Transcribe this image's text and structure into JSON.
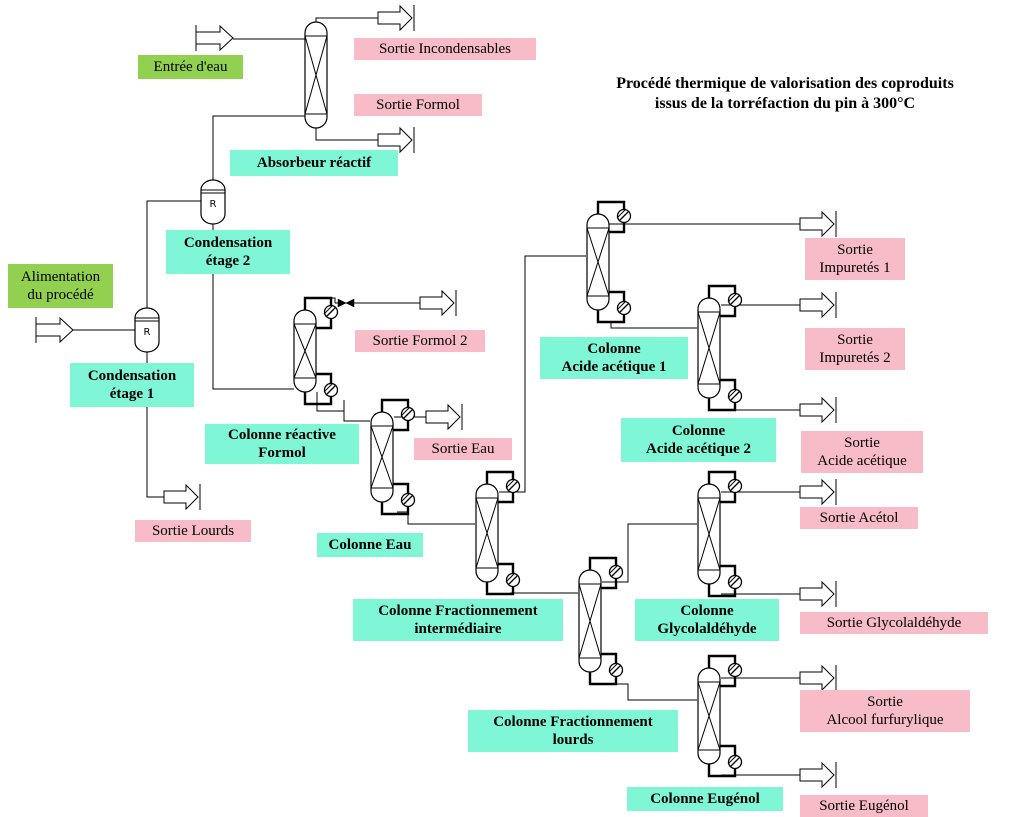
{
  "title": {
    "line1": "Procédé thermique de valorisation des coproduits",
    "line2": "issus de la torréfaction du pin à 300°C"
  },
  "reactor_letter": "R",
  "inputs": {
    "water": "Entrée d'eau",
    "feed_line1": "Alimentation",
    "feed_line2": "du procédé"
  },
  "units": {
    "absorber": "Absorbeur réactif",
    "cond1_line1": "Condensation",
    "cond1_line2": "étage 1",
    "cond2_line1": "Condensation",
    "cond2_line2": "étage 2",
    "formol_col_line1": "Colonne réactive",
    "formol_col_line2": "Formol",
    "eau_col": "Colonne Eau",
    "frac_int_line1": "Colonne Fractionnement",
    "frac_int_line2": "intermédiaire",
    "acet1_line1": "Colonne",
    "acet1_line2": "Acide acétique 1",
    "acet2_line1": "Colonne",
    "acet2_line2": "Acide acétique 2",
    "frac_lourds_line1": "Colonne Fractionnement",
    "frac_lourds_line2": "lourds",
    "glyco_line1": "Colonne",
    "glyco_line2": "Glycolaldéhyde",
    "eugenol_col": "Colonne Eugénol"
  },
  "outputs": {
    "incondensables": "Sortie Incondensables",
    "formol": "Sortie Formol",
    "formol2": "Sortie Formol 2",
    "eau": "Sortie Eau",
    "lourds": "Sortie Lourds",
    "imp1_line1": "Sortie",
    "imp1_line2": "Impuretés 1",
    "imp2_line1": "Sortie",
    "imp2_line2": "Impuretés 2",
    "acide_line1": "Sortie",
    "acide_line2": "Acide acétique",
    "acetol": "Sortie Acétol",
    "glycol": "Sortie Glycolaldéhyde",
    "alcool_line1": "Sortie",
    "alcool_line2": "Alcool furfurylique",
    "eugenol": "Sortie Eugénol"
  },
  "colors": {
    "unit_label": "#7ff7d6",
    "output_label": "#f7bcc7",
    "input_label": "#92d050",
    "line": "#000000"
  },
  "icons": [
    "feed-arrow-icon",
    "product-arrow-icon",
    "column-icon",
    "reactor-icon",
    "condenser-icon",
    "reboiler-icon"
  ]
}
